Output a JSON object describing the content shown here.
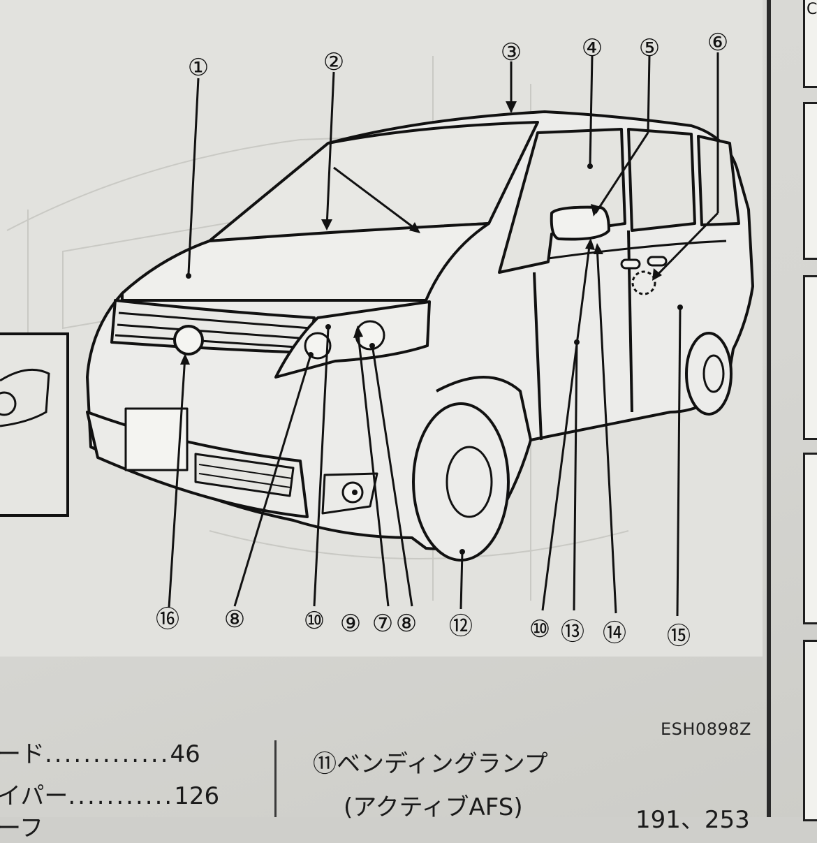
{
  "figure": {
    "callouts": [
      {
        "id": "c1",
        "label": "①"
      },
      {
        "id": "c2",
        "label": "②"
      },
      {
        "id": "c3",
        "label": "③"
      },
      {
        "id": "c4",
        "label": "④"
      },
      {
        "id": "c5",
        "label": "⑤"
      },
      {
        "id": "c6",
        "label": "⑥"
      },
      {
        "id": "c16",
        "label": "⑯"
      },
      {
        "id": "c8a",
        "label": "⑧"
      },
      {
        "id": "c10a",
        "label": "⑩"
      },
      {
        "id": "c9",
        "label": "⑨"
      },
      {
        "id": "c7",
        "label": "⑦"
      },
      {
        "id": "c8b",
        "label": "⑧"
      },
      {
        "id": "c12",
        "label": "⑫"
      },
      {
        "id": "c10b",
        "label": "⑩"
      },
      {
        "id": "c13",
        "label": "⑬"
      },
      {
        "id": "c14",
        "label": "⑭"
      },
      {
        "id": "c15",
        "label": "⑮"
      }
    ],
    "code": "ESH0898Z"
  },
  "index": {
    "left": [
      {
        "label": "ード",
        "page": "46"
      },
      {
        "label": "イパー",
        "page": "126"
      },
      {
        "label": "ーフ",
        "page": ""
      }
    ],
    "right": [
      {
        "label": "⑪ベンディングランプ",
        "page": ""
      },
      {
        "label": "(アクティブAFS)",
        "page": "191、253"
      }
    ]
  },
  "tabs": [
    {
      "glyph": "C"
    },
    {
      "glyph": ""
    },
    {
      "glyph": ""
    },
    {
      "glyph": ""
    },
    {
      "glyph": ""
    }
  ]
}
